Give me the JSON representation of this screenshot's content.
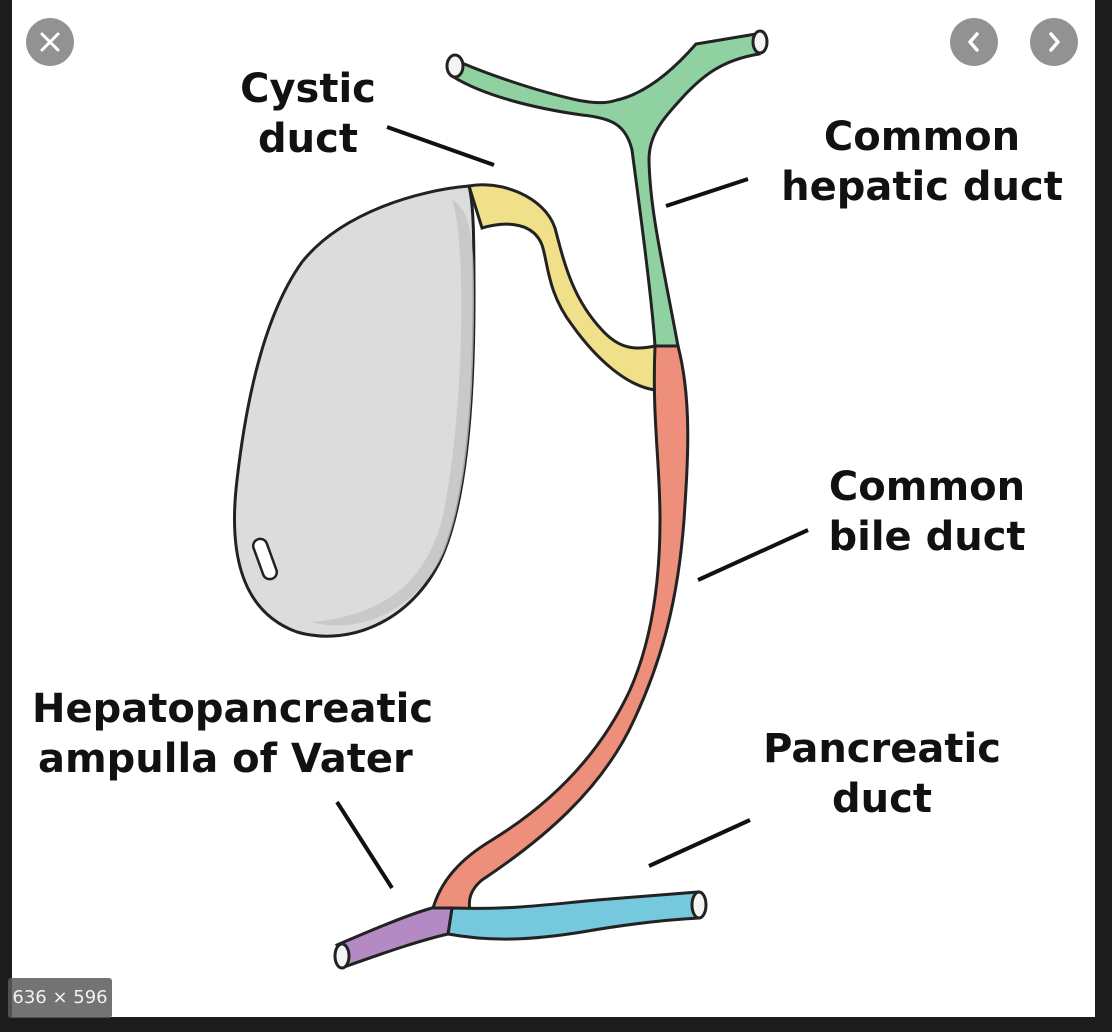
{
  "viewer": {
    "close_icon": "close-icon",
    "prev_icon": "chevron-left-icon",
    "next_icon": "chevron-right-icon",
    "size_badge": "636 × 596"
  },
  "diagram": {
    "labels": {
      "cystic_duct": [
        "Cystic",
        "duct"
      ],
      "common_hepatic_duct": [
        "Common",
        "hepatic duct"
      ],
      "common_bile_duct": [
        "Common",
        "bile duct"
      ],
      "hepatopancreatic_ampulla": [
        "Hepatopancreatic",
        "ampulla of Vater"
      ],
      "pancreatic_duct": [
        "Pancreatic",
        "duct"
      ]
    },
    "colors": {
      "gallbladder": "#dcdcdc",
      "cystic_duct": "#f1e08a",
      "common_hepatic_duct": "#8fd1a1",
      "common_bile_duct": "#ee8f7c",
      "pancreatic_duct": "#76c9dc",
      "ampulla": "#b48ac4"
    }
  }
}
